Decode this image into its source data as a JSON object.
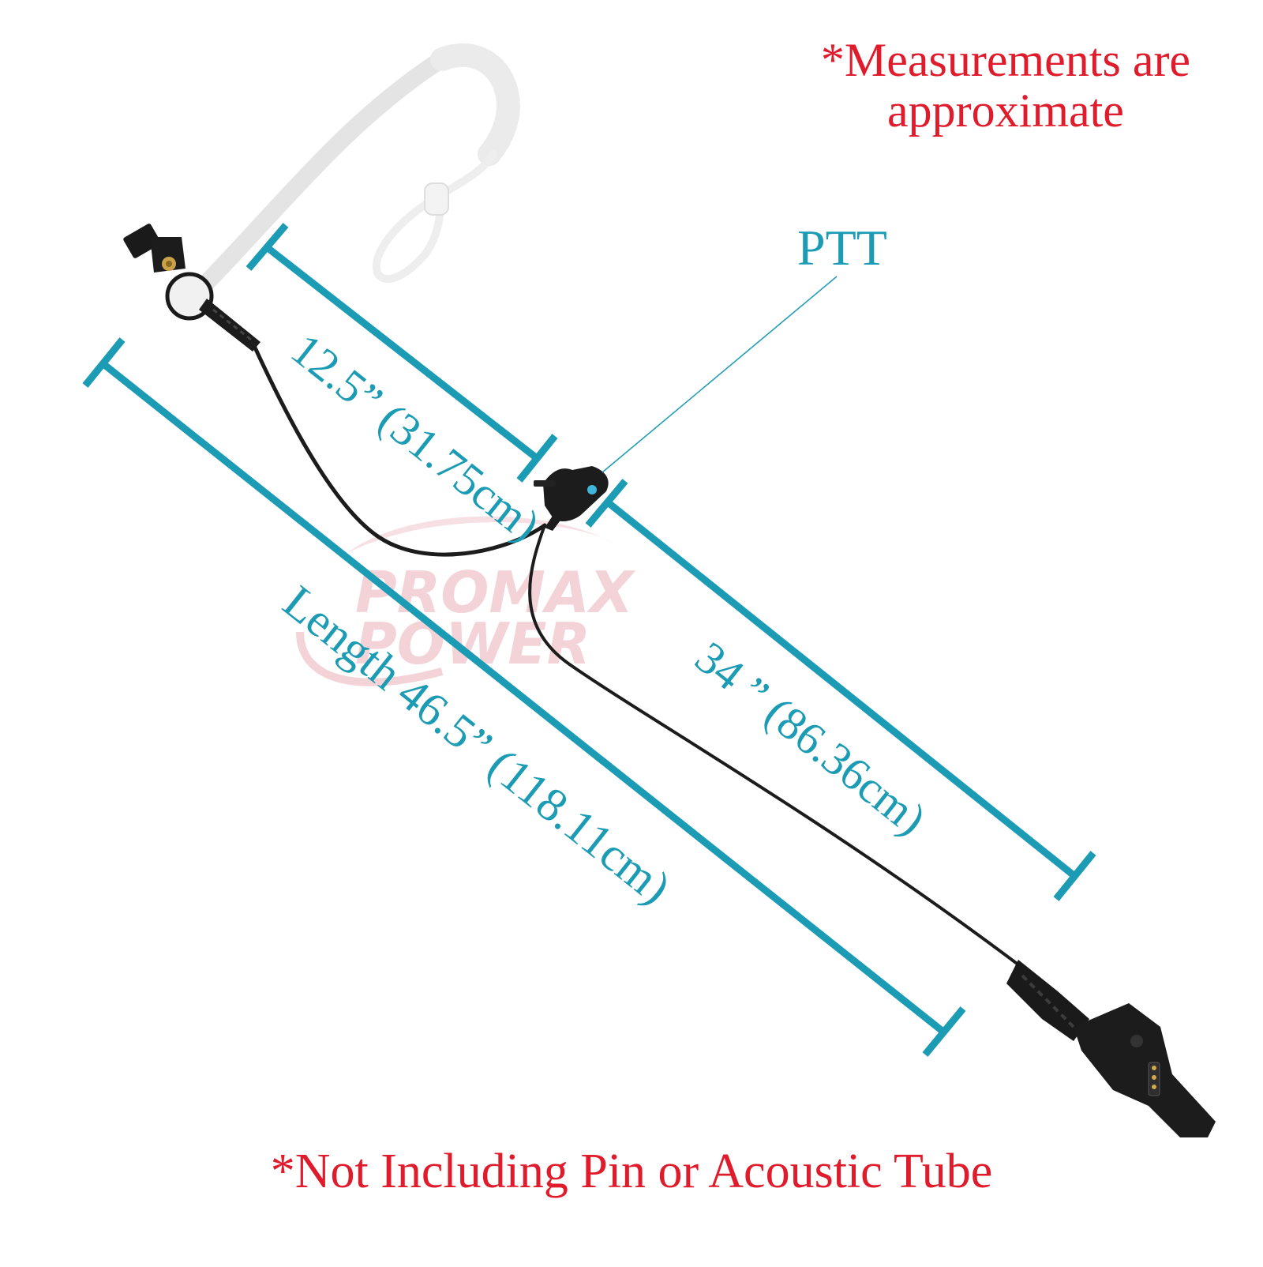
{
  "notes": {
    "top": "*Measurements are approximate",
    "bottom": "*Not Including Pin or Acoustic Tube"
  },
  "labels": {
    "ptt": "PTT",
    "short_cable": "12.5” (31.75cm)",
    "long_cable": "34 ” (86.36cm)",
    "total_length": "Length 46.5” (118.11cm)"
  },
  "watermark": {
    "line1": "PROMAX",
    "line2": "POWER"
  },
  "colors": {
    "dimension": "#1b9bb4",
    "note": "#e01b2b",
    "cable": "#1c1c1c",
    "watermark": "#f2cfd4"
  }
}
